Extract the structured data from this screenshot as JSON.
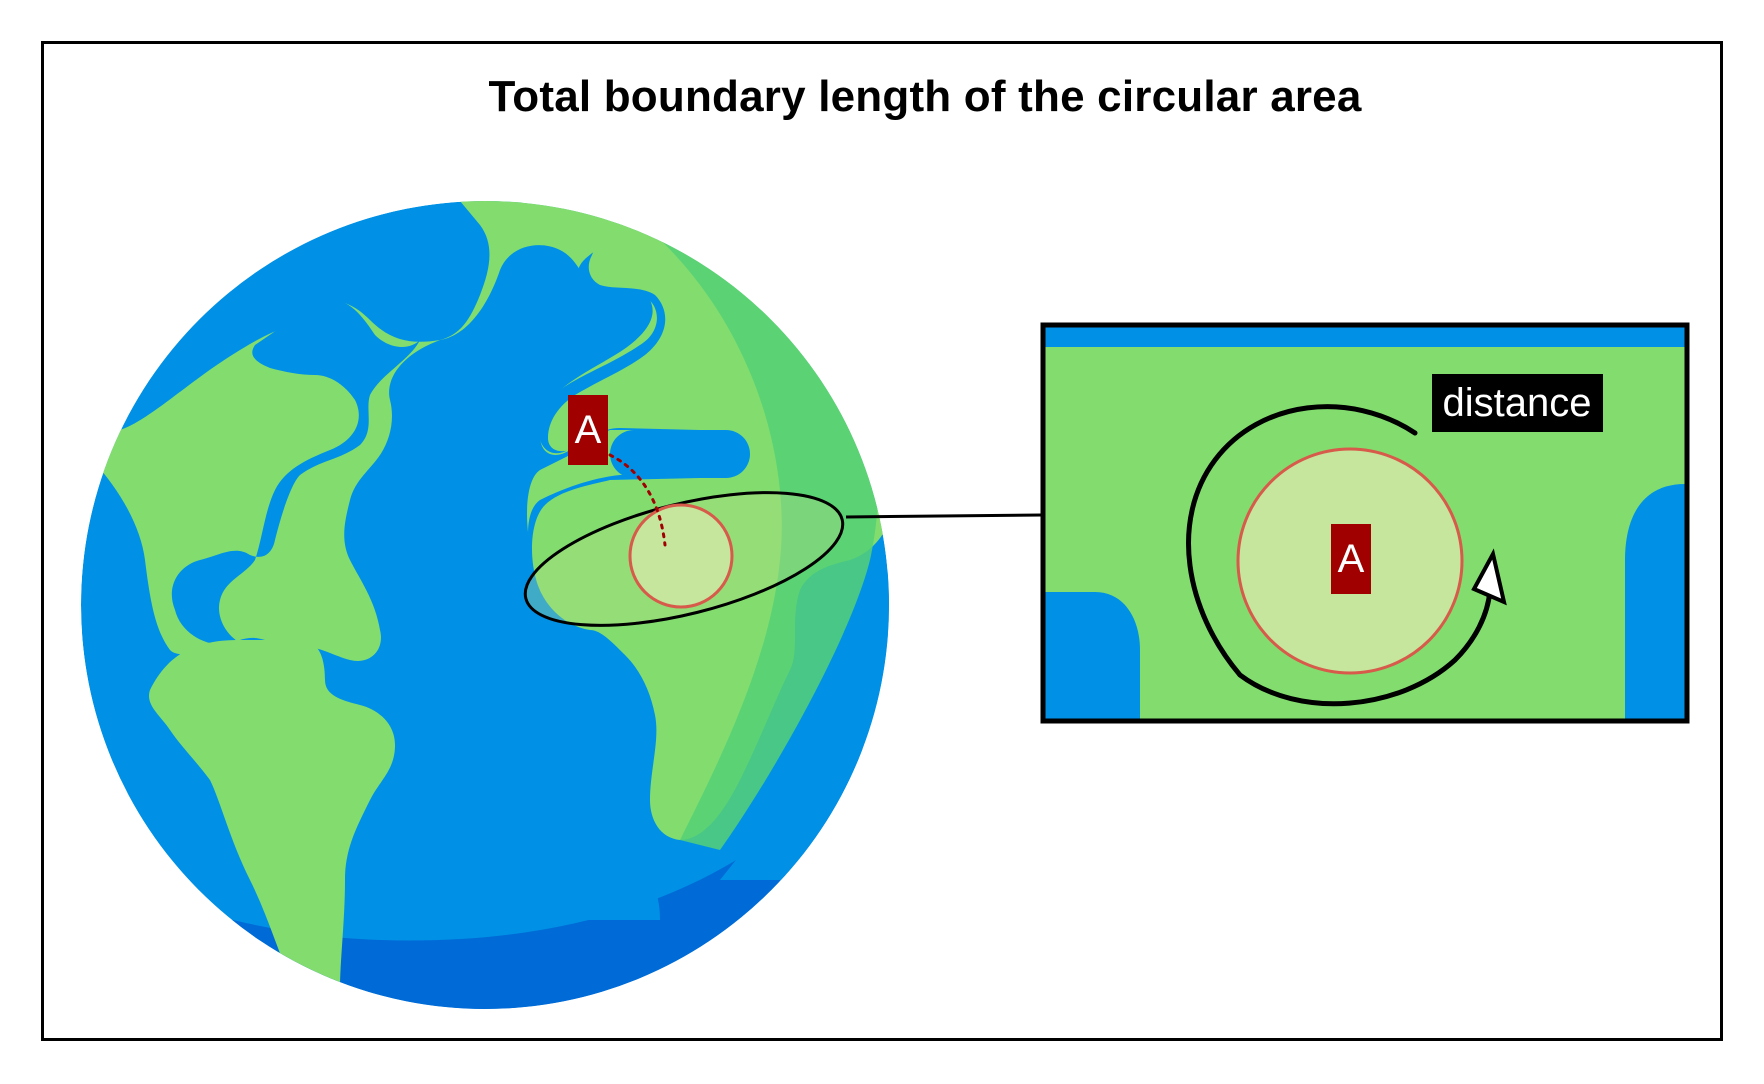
{
  "title": "Total boundary length of the circular area",
  "marker_label": "A",
  "inset_marker_label": "A",
  "distance_label": "distance",
  "colors": {
    "ocean": "#0091e6",
    "ocean_dark": "#006bd6",
    "land": "#82dd6e",
    "land_shade": "#55d076",
    "area_fill": "#c5e69c",
    "area_stroke": "#d75a4a",
    "marker_bg": "#a00000",
    "marker_text": "#ffffff",
    "distance_bg": "#000000",
    "distance_text": "#ffffff"
  }
}
